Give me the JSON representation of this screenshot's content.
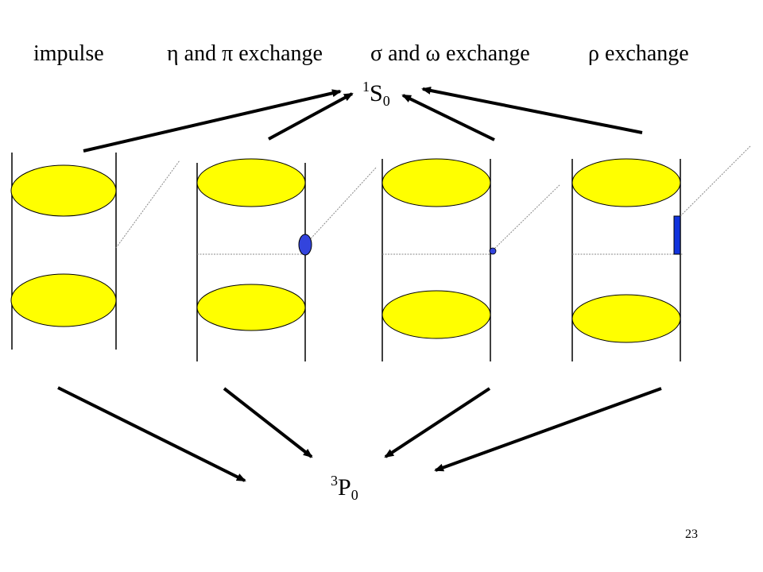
{
  "header": {
    "labels": [
      {
        "text": "impulse"
      },
      {
        "text": "η and π exchange"
      },
      {
        "text": "σ and ω exchange"
      },
      {
        "text": "ρ exchange"
      }
    ]
  },
  "states": {
    "top": {
      "sup": "1",
      "letter": "S",
      "sub": "0"
    },
    "bottom": {
      "sup": "3",
      "letter": "P",
      "sub": "0"
    }
  },
  "colors": {
    "nucleon_fill": "#ffff00",
    "vertex_fill": "#3344dd",
    "line": "#000000",
    "dotted": "#888888"
  },
  "page_number": "23"
}
